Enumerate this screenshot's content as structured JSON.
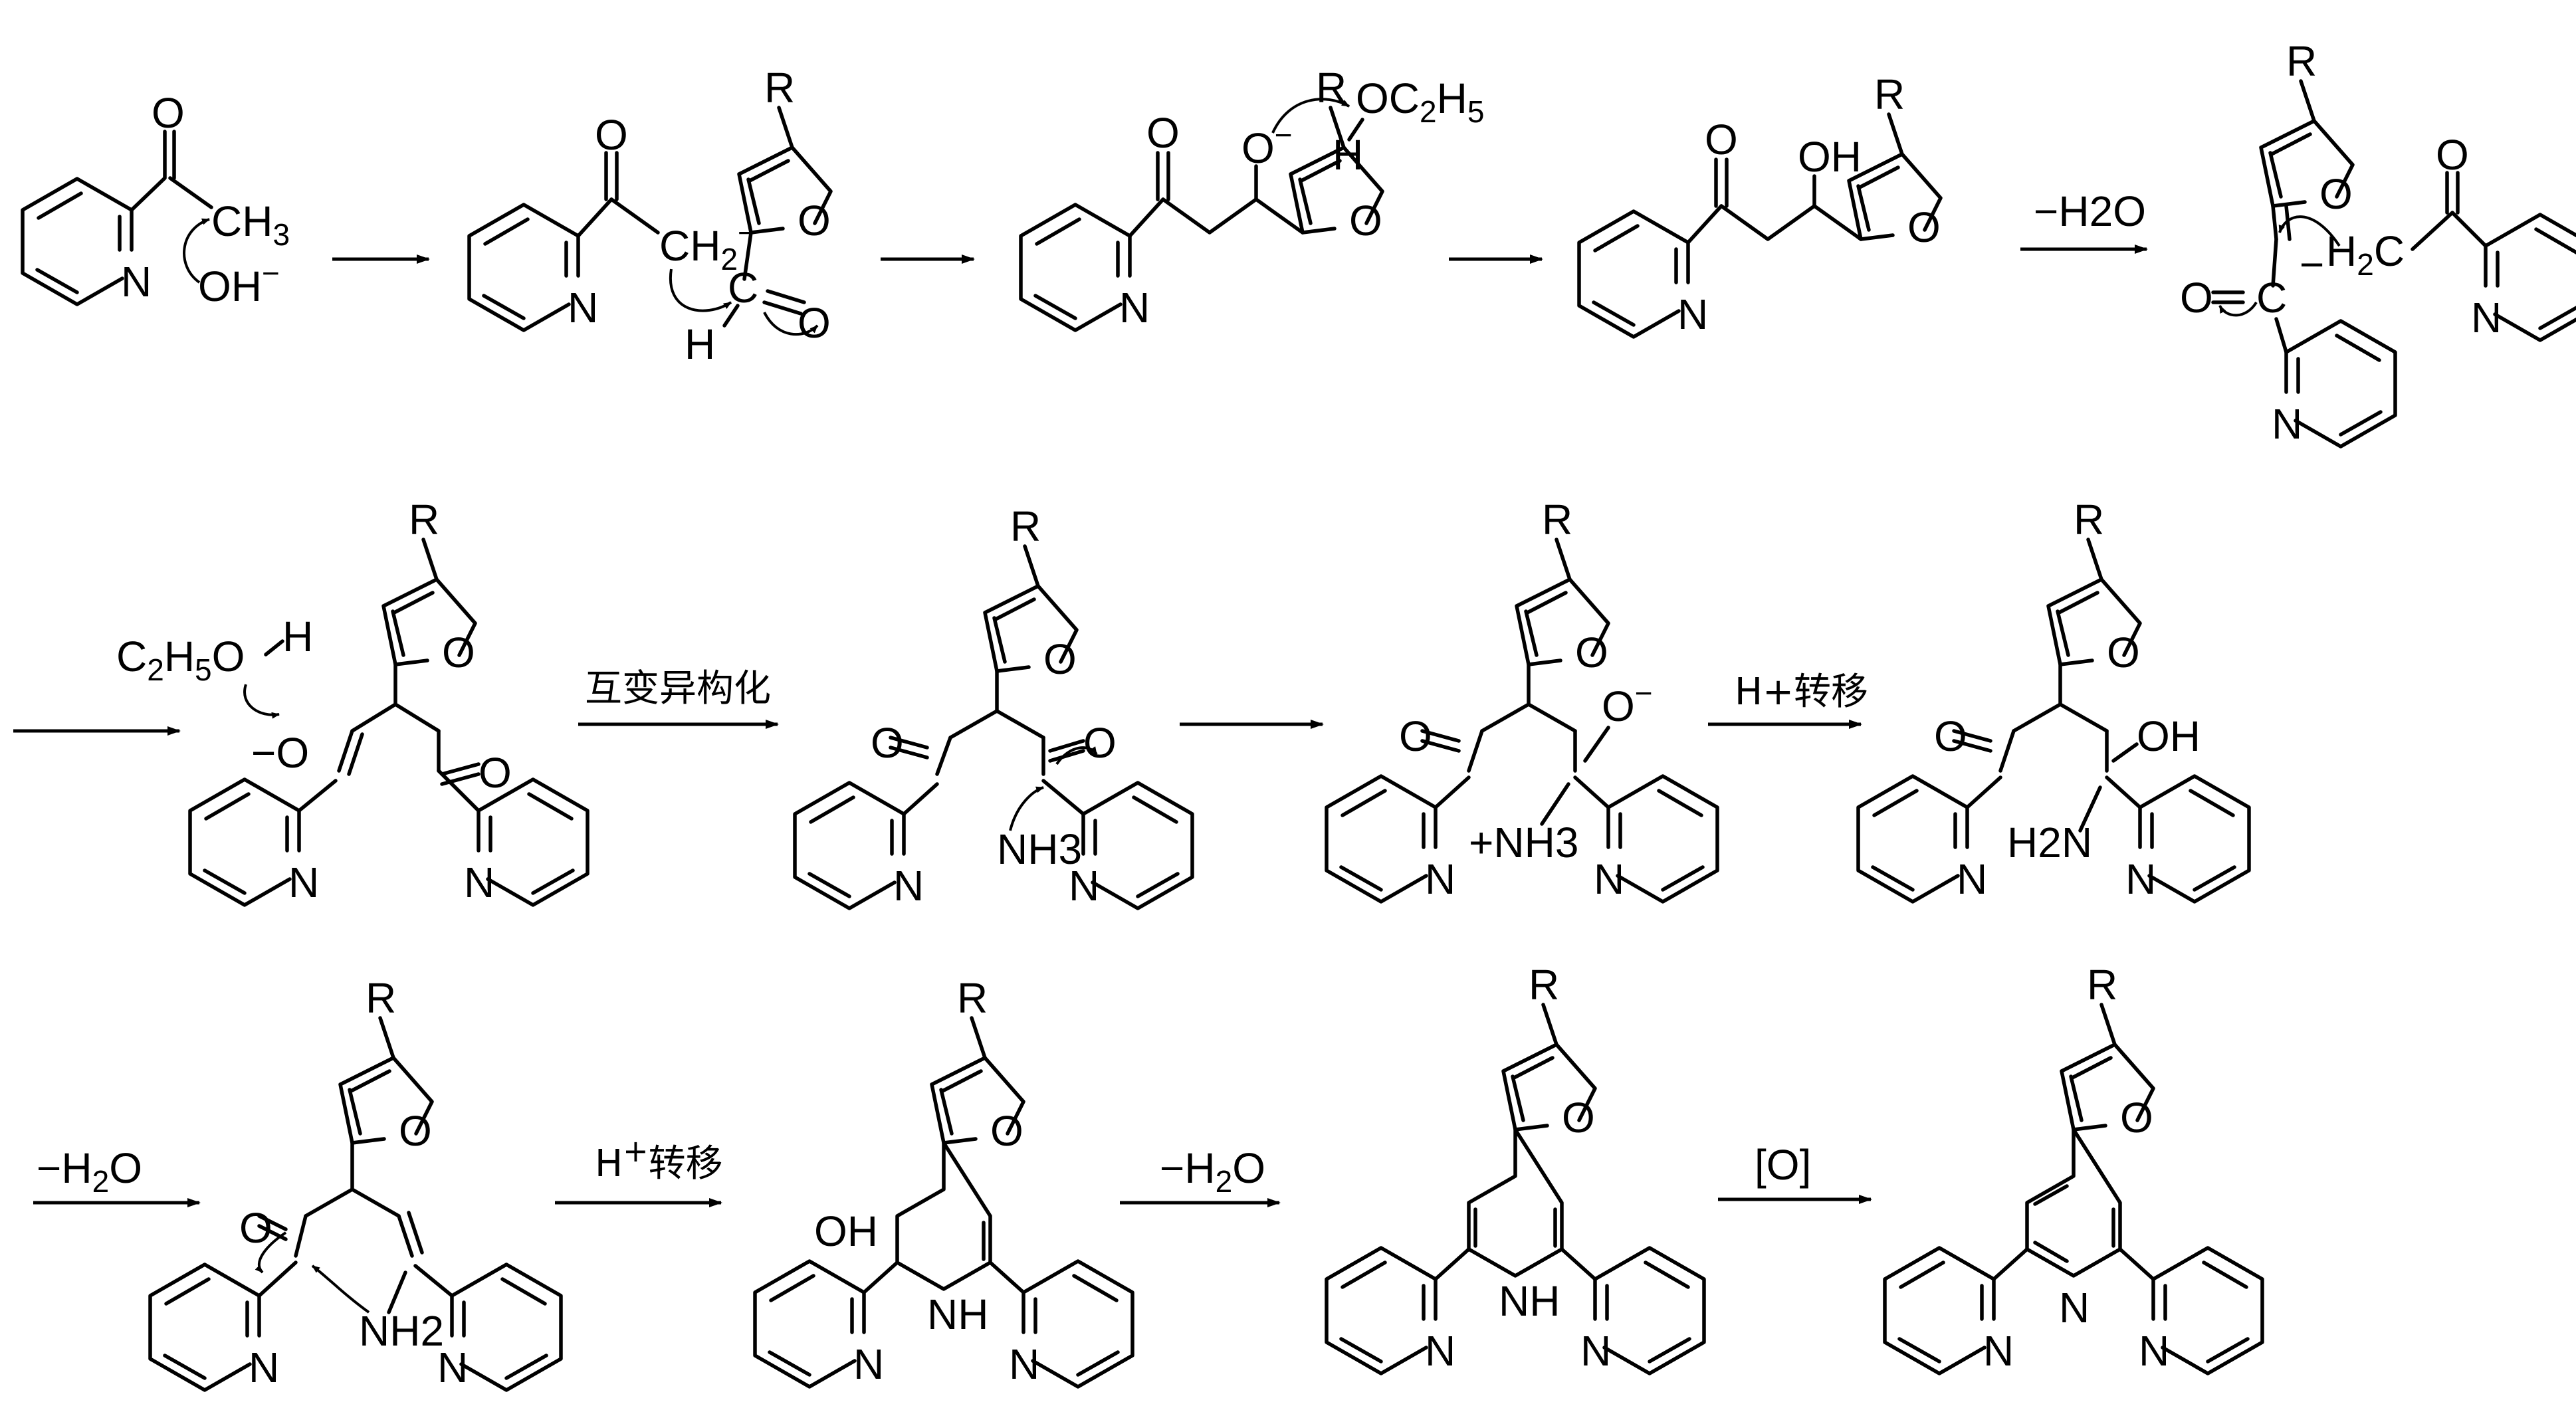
{
  "atoms": {
    "N": "N",
    "O": "O",
    "R": "R",
    "H": "H",
    "C": "C",
    "OH": "OH",
    "NH": "NH",
    "CH3": "CH3",
    "OH_minus": "OH−",
    "CH2_minus": "CH2−",
    "O_minus": "O−",
    "OC2H5": "OC2H5",
    "C2H5O": "C2H5O",
    "H2C": "H2C",
    "NH3": "NH3",
    "NH3_plus": "+NH3",
    "H2N": "H2N",
    "NH2": "NH2"
  },
  "conditions": {
    "water_loss": "−H2O",
    "tautomerization": "互变异构化",
    "proton_transfer": "H+转移",
    "oxidation": "[O]"
  },
  "colors": {
    "ink": "#000000",
    "background": "#ffffff"
  }
}
